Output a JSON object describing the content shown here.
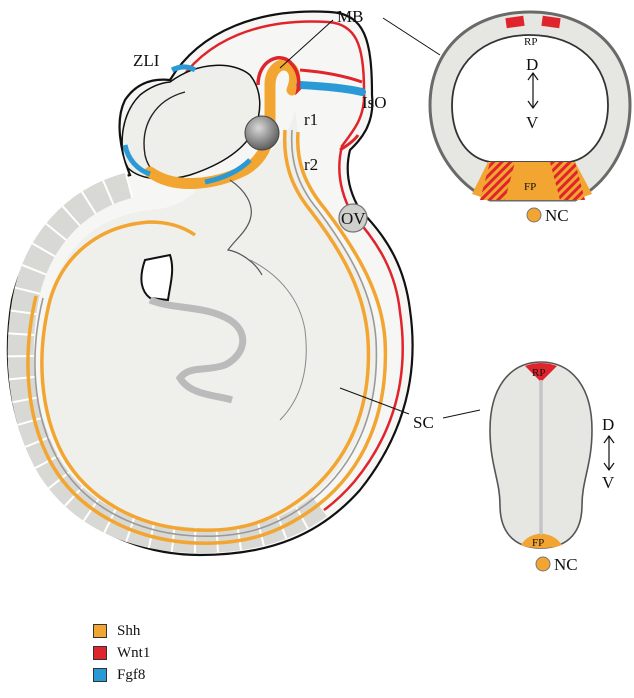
{
  "labels": {
    "mb": "MB",
    "zli": "ZLI",
    "iso": "IsO",
    "r1": "r1",
    "r2": "r2",
    "ov": "OV",
    "sc": "SC",
    "rp_top": "RP",
    "d_top": "D",
    "v_top": "V",
    "fp_top": "FP",
    "nc_top": "NC",
    "rp_bottom": "RP",
    "d_bottom": "D",
    "v_bottom": "V",
    "fp_bottom": "FP",
    "nc_bottom": "NC"
  },
  "colors": {
    "shh": "#f2a531",
    "wnt1": "#e0242b",
    "fgf8": "#2a9ad6",
    "tissue": "#e6e6e3",
    "outline": "#111111"
  },
  "legend": [
    {
      "label": "Shh",
      "color": "#f2a531"
    },
    {
      "label": "Wnt1",
      "color": "#e0242b"
    },
    {
      "label": "Fgf8",
      "color": "#2a9ad6"
    }
  ]
}
